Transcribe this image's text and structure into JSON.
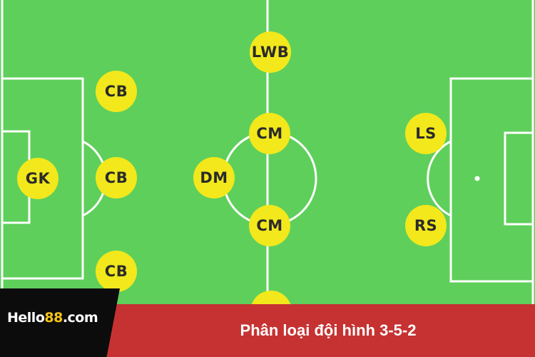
{
  "pitch": {
    "grass_color": "#5ecf5b",
    "line_color": "#ffffff"
  },
  "formation": {
    "players": [
      {
        "id": "gk",
        "label": "GK"
      },
      {
        "id": "cb-top",
        "label": "CB"
      },
      {
        "id": "cb-mid",
        "label": "CB"
      },
      {
        "id": "cb-bottom",
        "label": "CB"
      },
      {
        "id": "dm",
        "label": "DM"
      },
      {
        "id": "lwb",
        "label": "LWB"
      },
      {
        "id": "cm-top",
        "label": "CM"
      },
      {
        "id": "cm-bottom",
        "label": "CM"
      },
      {
        "id": "ls",
        "label": "LS"
      },
      {
        "id": "rs",
        "label": "RS"
      }
    ],
    "marker_color": "#f2e81c"
  },
  "banner": {
    "logo_part1": "Hello",
    "logo_part2": "88",
    "logo_part3": ".com",
    "caption": "Phân loại đội hình 3-5-2",
    "red_color": "#c63232",
    "black_color": "#0c0c0c"
  }
}
